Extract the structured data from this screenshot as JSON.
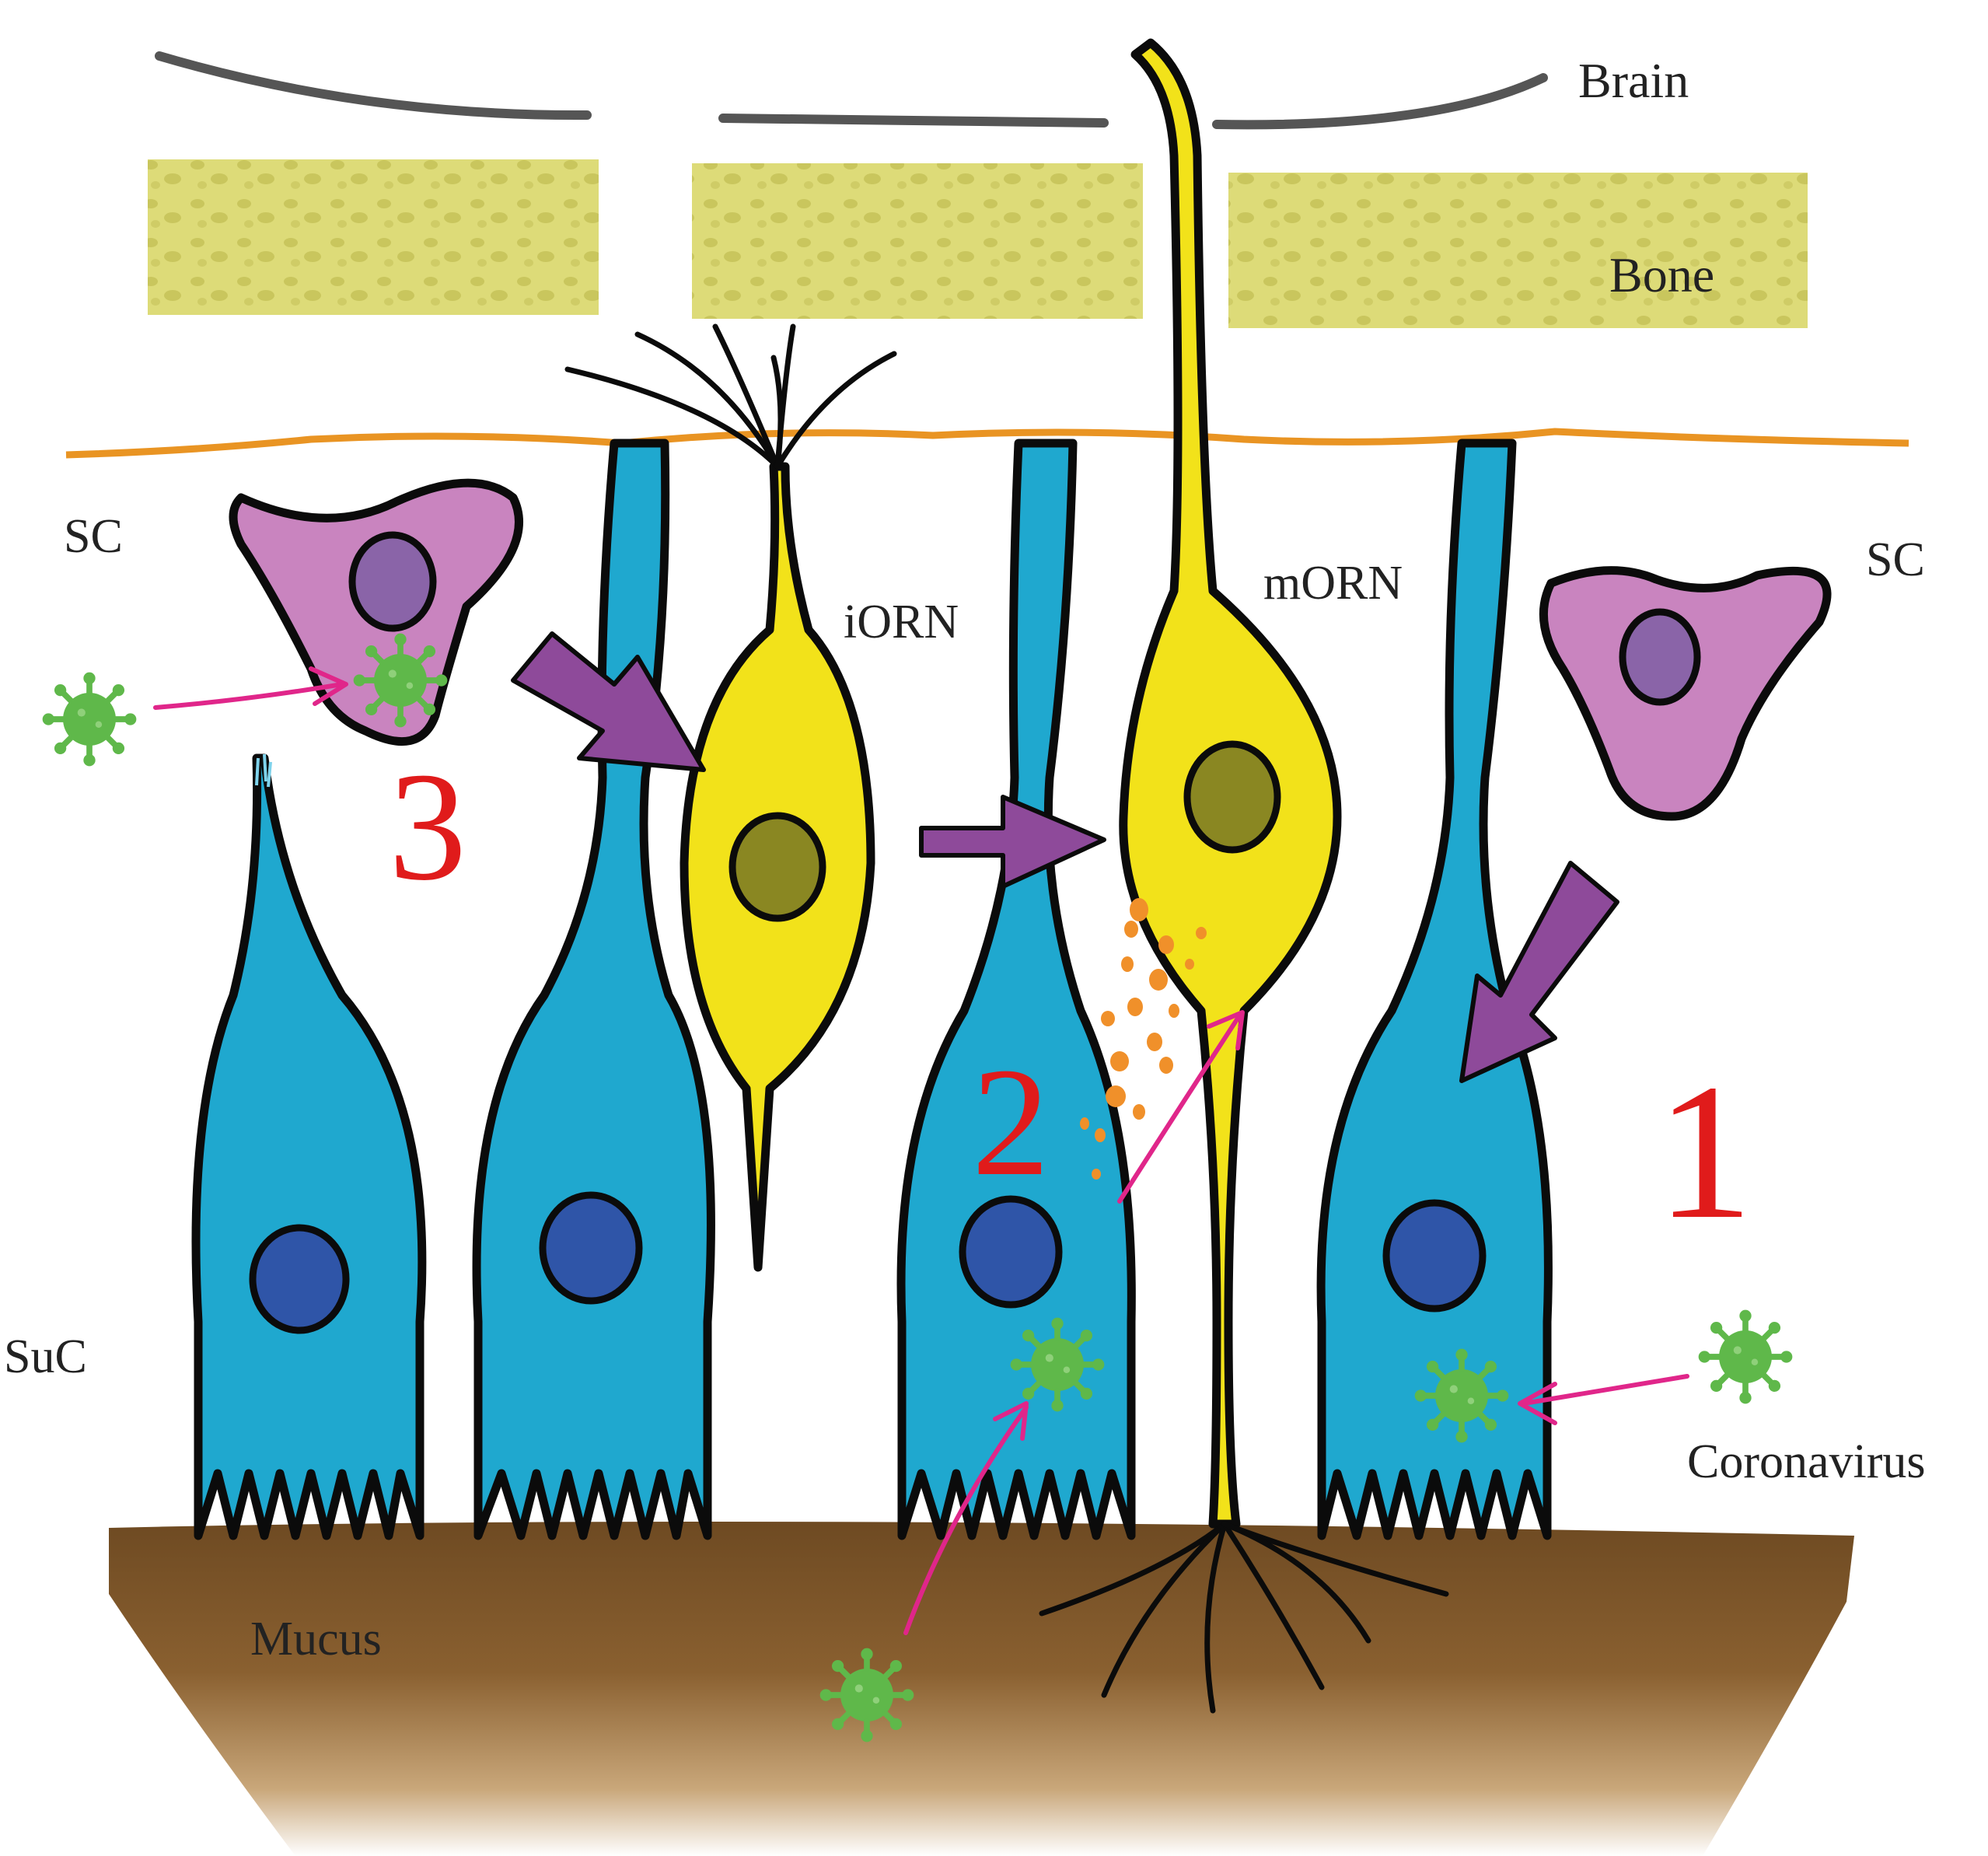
{
  "labels": {
    "brain": "Brain",
    "bone": "Bone",
    "sc_left": "SC",
    "sc_right": "SC",
    "iorn": "iORN",
    "morn": "mORN",
    "suc": "SuC",
    "mucus": "Mucus",
    "coronavirus": "Coronavirus"
  },
  "steps": [
    "1",
    "2",
    "3"
  ],
  "colors": {
    "supporting_cell": "#1fa8cf",
    "nucleus_blue": "#2f55a8",
    "neuron": "#f2e21a",
    "neuron_nucleus": "#8a8722",
    "stem_cell": "#c984bf",
    "stem_nucleus": "#8a64a8",
    "bone": "#dcdb7a",
    "basement_membrane": "#e99423",
    "mucus": "#7a5226",
    "virus": "#5fb84a",
    "infection_arrow": "#e0268a",
    "differentiation_arrow": "#8e4a9a",
    "step_number": "#e01b1b",
    "debris": "#f0902a"
  },
  "icons": {
    "virus": "coronavirus-icon",
    "infection_arrow": "arrow-icon",
    "differentiation_arrow": "block-arrow-icon"
  }
}
